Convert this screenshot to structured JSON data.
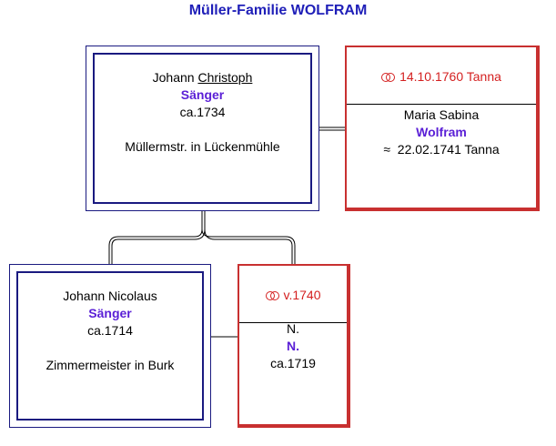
{
  "title": "Müller-Familie WOLFRAM",
  "father": {
    "given": "Johann",
    "given_underlined": "Christoph",
    "surname": "Sänger",
    "birth": "ca.1734",
    "occupation": "Müllermstr. in Lückenmühle"
  },
  "father_spouse": {
    "marriage": "14.10.1760 Tanna",
    "given": "Maria Sabina",
    "surname": "Wolfram",
    "birth_symbol": "≈",
    "birth": "22.02.1741 Tanna"
  },
  "child": {
    "given": "Johann Nicolaus",
    "surname": "Sänger",
    "birth": "ca.1714",
    "occupation": "Zimmermeister in Burk"
  },
  "child_spouse": {
    "marriage": "v.1740",
    "given": "N.",
    "surname": "N.",
    "birth": "ca.1719"
  },
  "colors": {
    "title": "#1f1fb8",
    "person_border": "#1a1a80",
    "spouse_border": "#c83030",
    "marriage_text": "#d42020",
    "surname": "#5a1fd6"
  },
  "icons": {
    "marriage": "marriage-rings-icon"
  }
}
